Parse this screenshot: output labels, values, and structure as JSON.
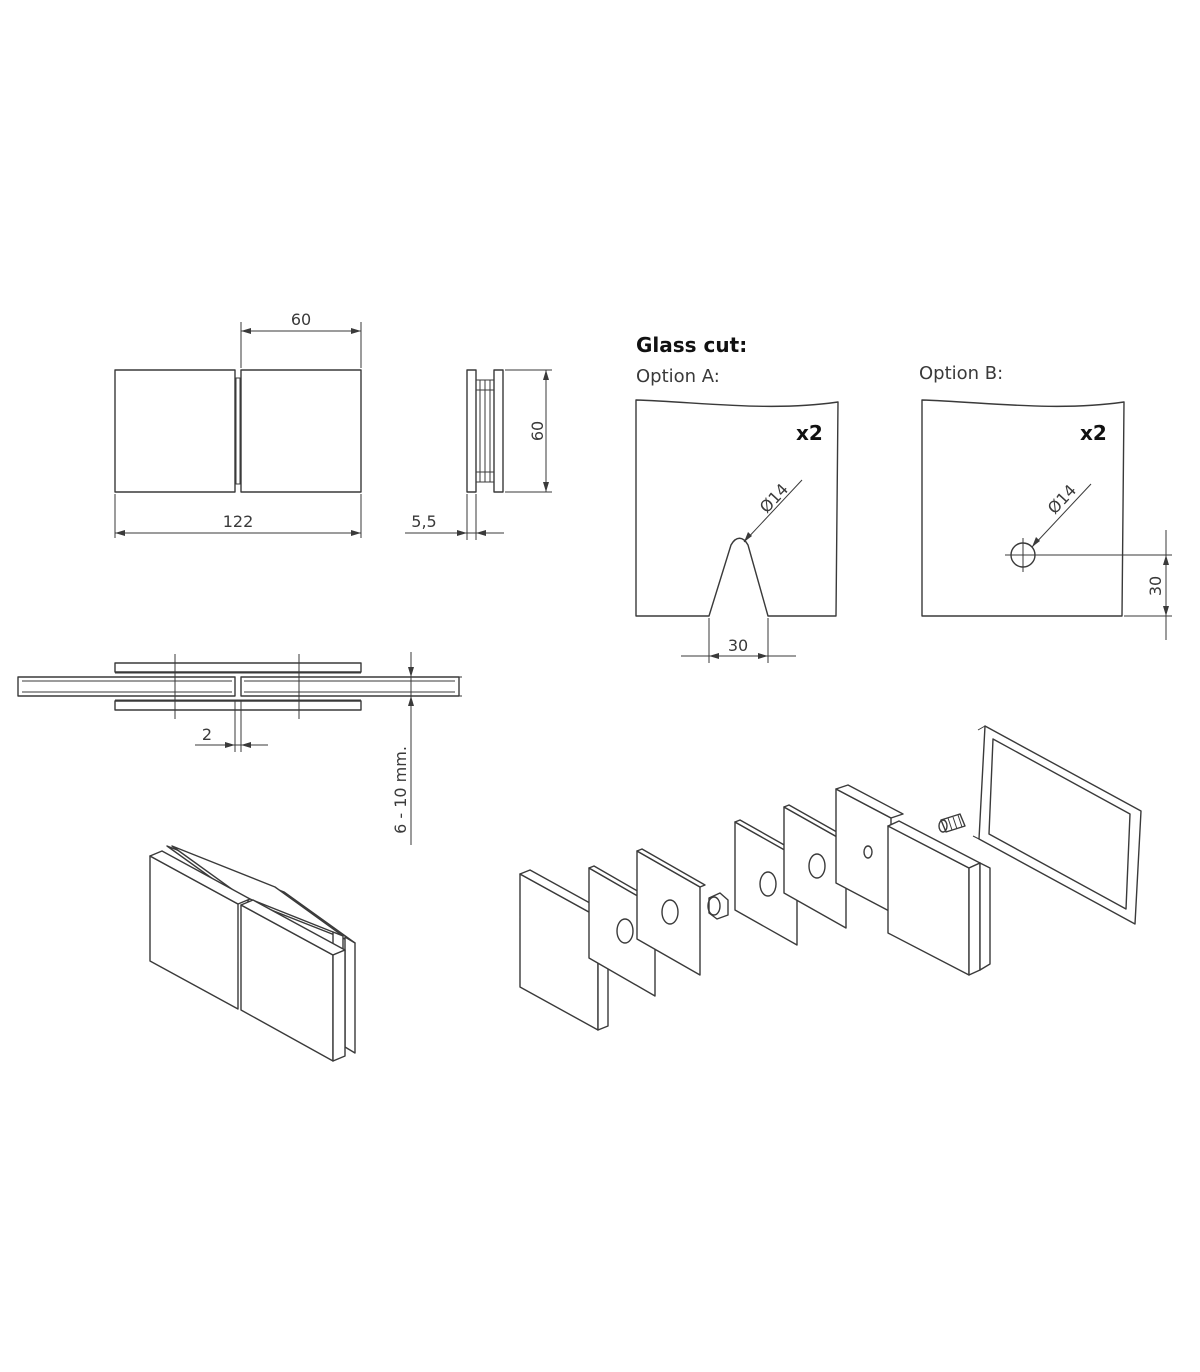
{
  "glass_cut": {
    "heading": "Glass cut:",
    "option_a": {
      "label": "Option A:",
      "quantity": "x2",
      "diameter": "Ø14",
      "width": "30"
    },
    "option_b": {
      "label": "Option B:",
      "quantity": "x2",
      "diameter": "Ø14",
      "offset": "30"
    }
  },
  "front_view": {
    "width_half": "60",
    "width_total": "122"
  },
  "side_view": {
    "height": "60",
    "thickness": "5,5"
  },
  "top_view": {
    "gap": "2",
    "glass_thickness": "6 - 10 mm."
  }
}
